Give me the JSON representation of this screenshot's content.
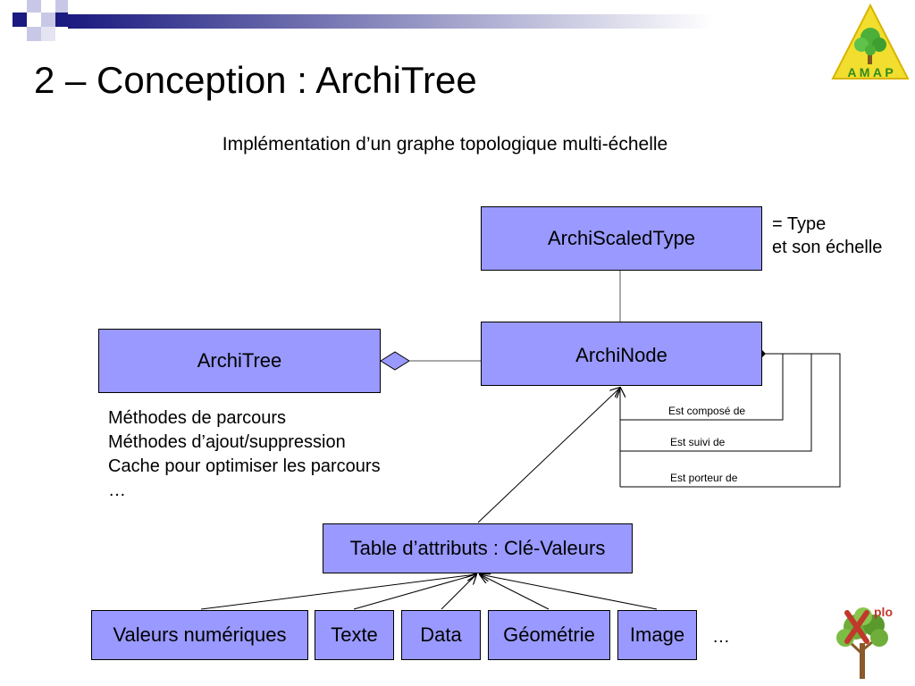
{
  "title": "2 – Conception : ArchiTree",
  "subtitle": "Implémentation d’un graphe topologique multi-échelle",
  "logo_amap": "A M A P",
  "logo_xplo": "plo",
  "diagram": {
    "archiscaledtype": "ArchiScaledType",
    "type_note": [
      "= Type",
      "et son échelle"
    ],
    "architree": "ArchiTree",
    "archinode": "ArchiNode",
    "relations": [
      "Est composé de",
      "Est suivi de",
      "Est porteur de"
    ],
    "methods": [
      "Méthodes de parcours",
      "Méthodes d’ajout/suppression",
      "Cache pour optimiser les parcours",
      "…"
    ],
    "attribute_table": "Table d’attributs : Clé-Valeurs",
    "value_types": [
      "Valeurs numériques",
      "Texte",
      "Data",
      "Géométrie",
      "Image"
    ],
    "more": "…"
  }
}
